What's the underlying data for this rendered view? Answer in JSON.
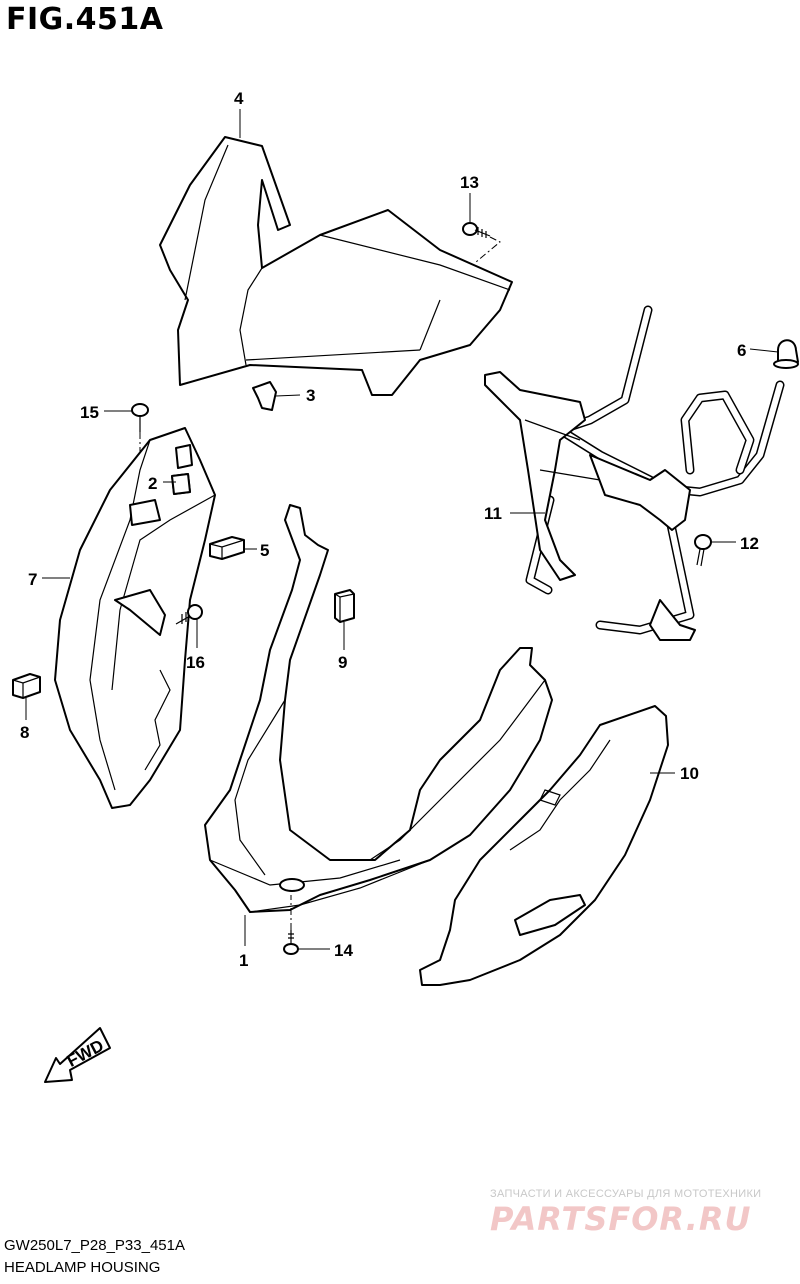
{
  "figure": {
    "title": "FIG.451A"
  },
  "callouts": [
    {
      "id": "1",
      "text": "1"
    },
    {
      "id": "2",
      "text": "2"
    },
    {
      "id": "3",
      "text": "3"
    },
    {
      "id": "4",
      "text": "4"
    },
    {
      "id": "5",
      "text": "5"
    },
    {
      "id": "6",
      "text": "6"
    },
    {
      "id": "7",
      "text": "7"
    },
    {
      "id": "8",
      "text": "8"
    },
    {
      "id": "9",
      "text": "9"
    },
    {
      "id": "10",
      "text": "10"
    },
    {
      "id": "11",
      "text": "11"
    },
    {
      "id": "12",
      "text": "12"
    },
    {
      "id": "13",
      "text": "13"
    },
    {
      "id": "14",
      "text": "14"
    },
    {
      "id": "15",
      "text": "15"
    },
    {
      "id": "16",
      "text": "16"
    }
  ],
  "fwd_arrow": {
    "text": "FWD"
  },
  "watermark": {
    "tagline": "ЗАПЧАСТИ И АКСЕССУАРЫ ДЛЯ МОТОТЕХНИКИ",
    "logo": "PARTSFOR.RU"
  },
  "footer": {
    "code": "GW250L7_P28_P33_451A",
    "caption": "HEADLAMP HOUSING"
  }
}
